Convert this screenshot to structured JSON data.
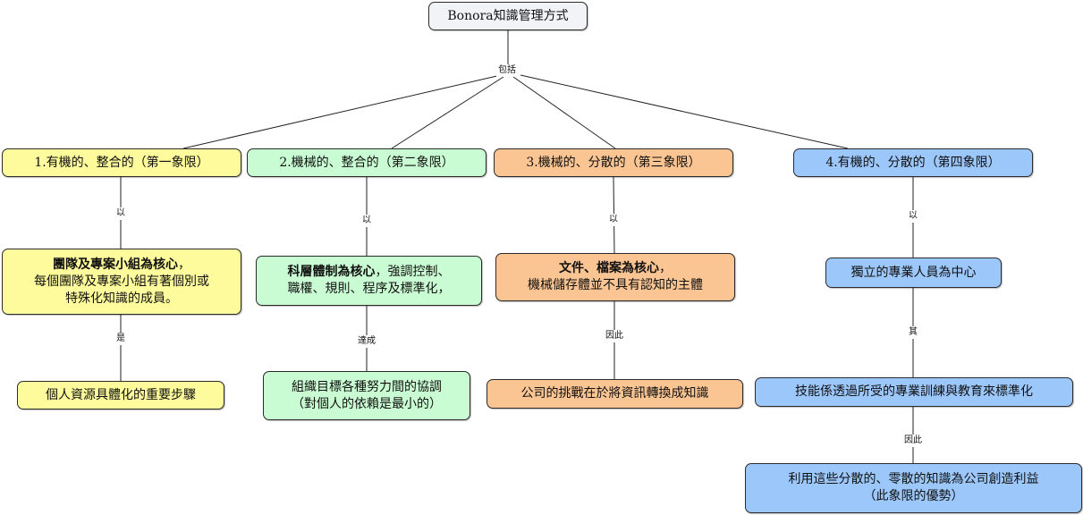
{
  "diagram": {
    "root": "Bonora知識管理方式",
    "root_link_label": "包括",
    "branches": [
      {
        "title": "1.有機的、整合的（第一象限）",
        "link1": "以",
        "core_bold": "團隊及專案小組為核心",
        "core_rest": "，",
        "core_line2": "每個團隊及專案小組有著個別或",
        "core_line3": "特殊化知識的成員。",
        "link2": "是",
        "result_line1": "個人資源具體化的重要步驟"
      },
      {
        "title": "2.機械的、整合的（第二象限）",
        "link1": "以",
        "core_bold": "科層體制為核心",
        "core_rest": "，強調控制、",
        "core_line2": "職權、規則、程序及標準化，",
        "link2": "達成",
        "result_line1": "組織目標各種努力間的協調",
        "result_line2": "（對個人的依賴是最小的）"
      },
      {
        "title": "3.機械的、分散的（第三象限）",
        "link1": "以",
        "core_bold": "文件、檔案為核心",
        "core_rest": "，",
        "core_line2": "機械儲存體並不具有認知的主體",
        "link2": "因此",
        "result_line1": "公司的挑戰在於將資訊轉換成知識"
      },
      {
        "title": "4.有機的、分散的（第四象限）",
        "link1": "以",
        "core_line1": "獨立的專業人員為中心",
        "link2": "其",
        "mid_line1": "技能係透過所受的專業訓練與教育來標準化",
        "link3": "因此",
        "result_line1": "利用這些分散的、零散的知識為公司創造利益",
        "result_line2": "（此象限的優勢）"
      }
    ]
  }
}
